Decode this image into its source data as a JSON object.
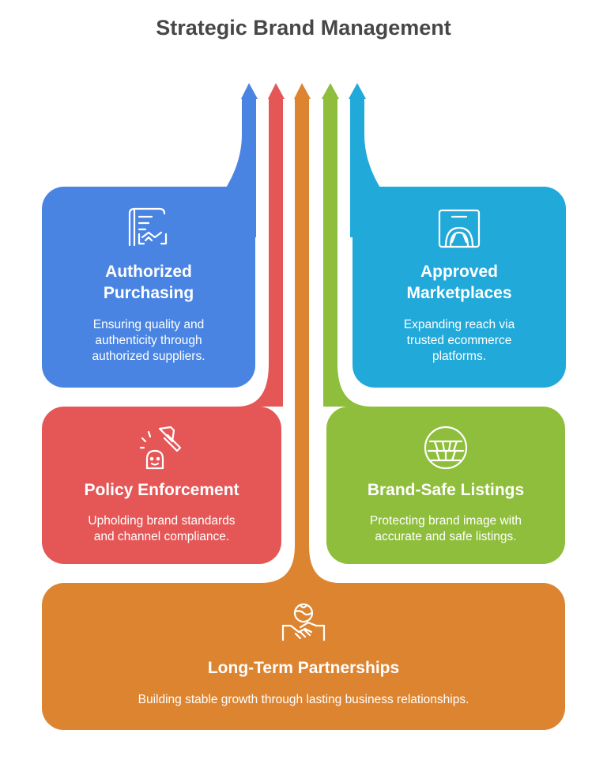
{
  "title": "Strategic Brand Management",
  "colors": {
    "blue": "#4A84E3",
    "red": "#E55757",
    "orange": "#DD8431",
    "green": "#8EBE3B",
    "cyan": "#21A9DA",
    "title": "#474747"
  },
  "cards": {
    "purchasing": {
      "title": "Authorized\nPurchasing",
      "description": "Ensuring quality and\nauthenticity through\nauthorized suppliers.",
      "icon": "contract-handshake-icon"
    },
    "marketplaces": {
      "title": "Approved\nMarketplaces",
      "description": "Expanding reach via\ntrusted ecommerce\nplatforms.",
      "icon": "shopping-bag-icon"
    },
    "policy": {
      "title": "Policy Enforcement",
      "description": "Upholding brand standards\nand channel compliance.",
      "icon": "gavel-icon"
    },
    "listings": {
      "title": "Brand-Safe Listings",
      "description": "Protecting brand image with\naccurate and safe listings.",
      "icon": "store-shelf-icon"
    },
    "partnerships": {
      "title": "Long-Term Partnerships",
      "description": "Building stable growth through lasting business relationships.",
      "icon": "global-handshake-icon"
    }
  }
}
